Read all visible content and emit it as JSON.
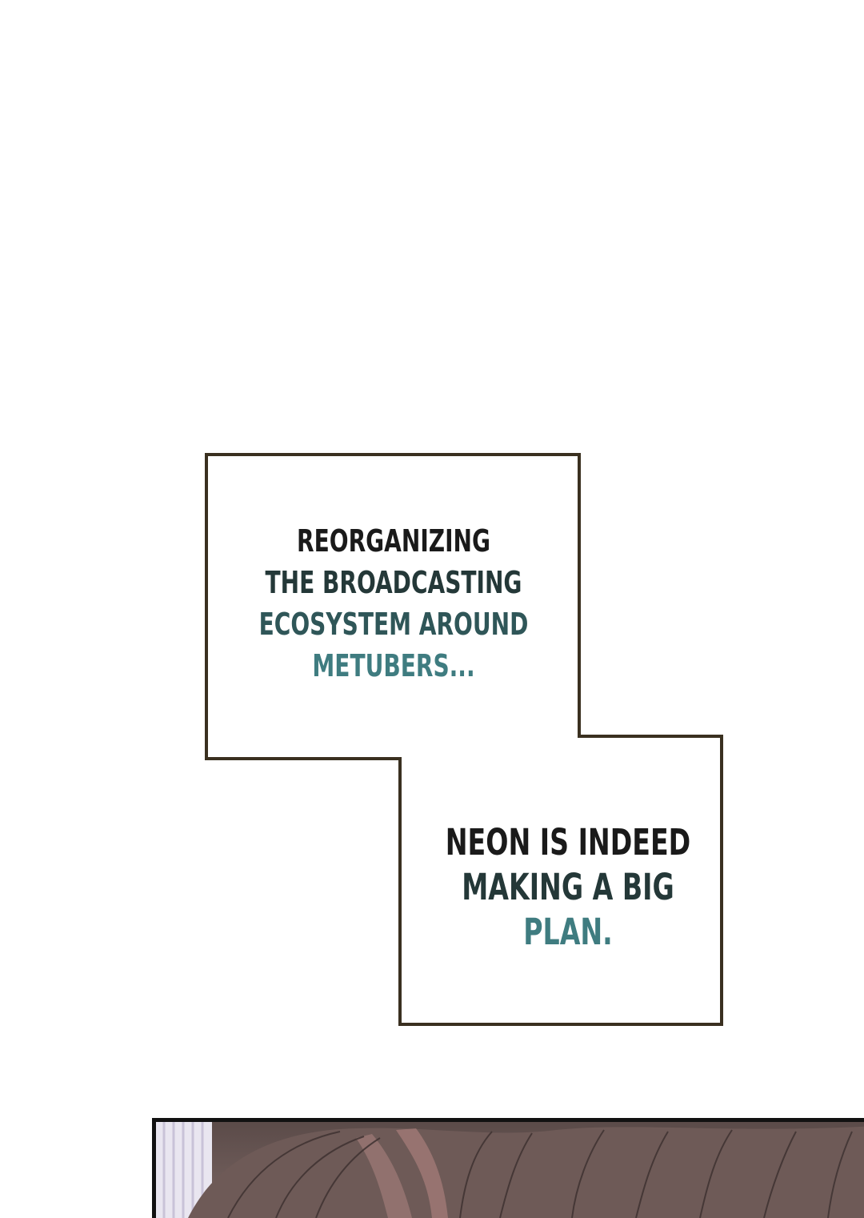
{
  "captions": [
    {
      "lines": [
        "REORGANIZING",
        "THE BROADCASTING",
        "ECOSYSTEM AROUND",
        "METUBERS..."
      ]
    },
    {
      "lines": [
        "NEON IS INDEED",
        "MAKING A BIG",
        "PLAN."
      ]
    }
  ],
  "colors": {
    "border": "#3a3020",
    "text_dark": "#1a1a1a",
    "text_teal": "#3f7c80",
    "background": "#ffffff"
  }
}
